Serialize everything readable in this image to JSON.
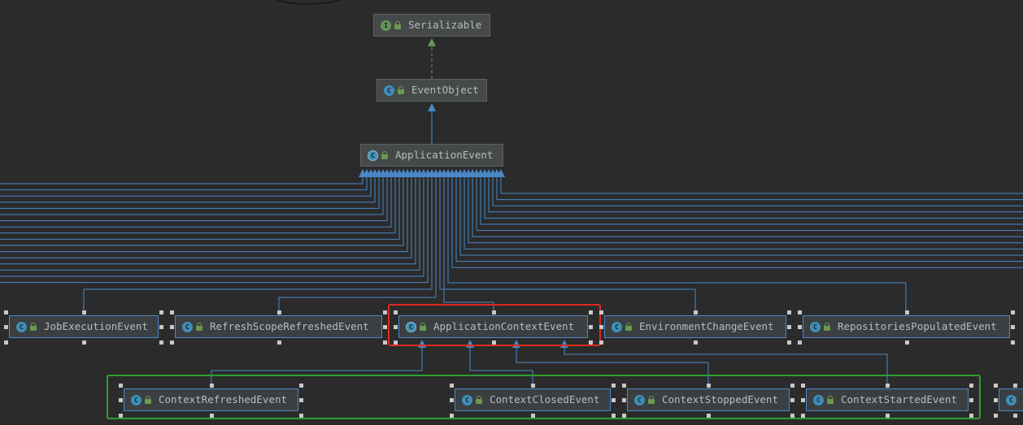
{
  "nodes": {
    "serializable": {
      "name": "Serializable",
      "kind": "interface",
      "icon": "interface-icon"
    },
    "eventobject": {
      "name": "EventObject",
      "kind": "class",
      "icon": "class-icon"
    },
    "applicationevent": {
      "name": "ApplicationEvent",
      "kind": "abstract-class",
      "icon": "abstract-class-icon"
    },
    "jobexecution": {
      "name": "JobExecutionEvent",
      "kind": "class",
      "icon": "class-icon"
    },
    "refreshscope": {
      "name": "RefreshScopeRefreshedEvent",
      "kind": "class",
      "icon": "class-icon"
    },
    "applicationcontext": {
      "name": "ApplicationContextEvent",
      "kind": "abstract-class",
      "icon": "abstract-class-icon"
    },
    "environmentchange": {
      "name": "EnvironmentChangeEvent",
      "kind": "class",
      "icon": "class-icon"
    },
    "repositoriespopulated": {
      "name": "RepositoriesPopulatedEvent",
      "kind": "class",
      "icon": "class-icon"
    },
    "contextrefreshed": {
      "name": "ContextRefreshedEvent",
      "kind": "class",
      "icon": "class-icon"
    },
    "contextclosed": {
      "name": "ContextClosedEvent",
      "kind": "class",
      "icon": "class-icon"
    },
    "contextstopped": {
      "name": "ContextStoppedEvent",
      "kind": "class",
      "icon": "class-icon"
    },
    "contextstarted": {
      "name": "ContextStartedEvent",
      "kind": "class",
      "icon": "class-icon"
    }
  },
  "edges": [
    {
      "from": "eventobject",
      "to": "serializable",
      "type": "implements"
    },
    {
      "from": "applicationevent",
      "to": "eventobject",
      "type": "extends"
    },
    {
      "from": "jobexecution",
      "to": "applicationevent",
      "type": "extends"
    },
    {
      "from": "refreshscope",
      "to": "applicationevent",
      "type": "extends"
    },
    {
      "from": "applicationcontext",
      "to": "applicationevent",
      "type": "extends"
    },
    {
      "from": "environmentchange",
      "to": "applicationevent",
      "type": "extends"
    },
    {
      "from": "repositoriespopulated",
      "to": "applicationevent",
      "type": "extends"
    },
    {
      "from": "contextrefreshed",
      "to": "applicationcontext",
      "type": "extends"
    },
    {
      "from": "contextclosed",
      "to": "applicationcontext",
      "type": "extends"
    },
    {
      "from": "contextstopped",
      "to": "applicationcontext",
      "type": "extends"
    },
    {
      "from": "contextstarted",
      "to": "applicationcontext",
      "type": "extends"
    }
  ],
  "highlights": {
    "selected": "applicationcontext",
    "subclass_group": [
      "contextrefreshed",
      "contextclosed",
      "contextstopped",
      "contextstarted"
    ]
  },
  "colors": {
    "background": "#2b2b2b",
    "extends_edge": "#4a88c7",
    "implements_edge": "#629755",
    "selected_box": "#e0281f",
    "group_box": "#2ca02c"
  }
}
